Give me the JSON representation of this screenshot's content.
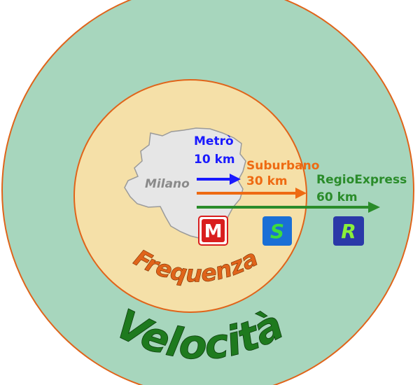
{
  "city": {
    "name": "Milano",
    "fill": "#e6e6e6"
  },
  "rings": {
    "outer": {
      "label": "Velocità",
      "fill": "#a7d6bd",
      "stroke": "#e0641a",
      "label_color": "#1e7a1e"
    },
    "inner": {
      "label": "Frequenza",
      "fill": "#f5e0a8",
      "stroke": "#e0641a",
      "label_color": "#e0641a"
    }
  },
  "services": [
    {
      "name": "Metrò",
      "distance": "10 km",
      "color": "#1a1aff",
      "badge_letter": "M",
      "badge_bg": "#d91e1e",
      "badge_fg": "#ffffff",
      "icon": "metro-m-icon"
    },
    {
      "name": "Suburbano",
      "distance": "30 km",
      "color": "#ee6a12",
      "badge_letter": "S",
      "badge_bg": "#1a6fd6",
      "badge_fg": "#3ddc3d",
      "icon": "suburbano-s-icon"
    },
    {
      "name": "RegioExpress",
      "distance": "60 km",
      "color": "#2a8c2a",
      "badge_letter": "R",
      "badge_bg": "#2b39a8",
      "badge_fg": "#8af03a",
      "icon": "regioexpress-r-icon"
    }
  ]
}
